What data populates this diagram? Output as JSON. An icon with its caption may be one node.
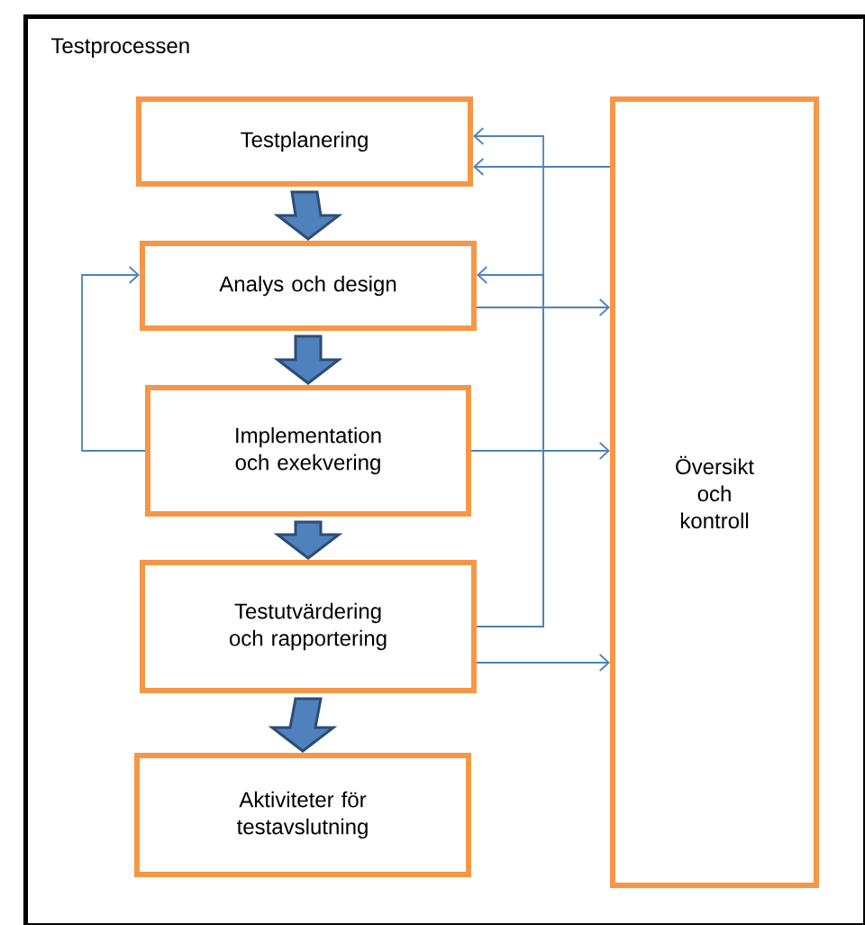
{
  "diagram": {
    "nodes": [
      {
        "text": [
          "Testprocessen"
        ]
      },
      {
        "text": [
          "Testplanering"
        ],
        "in": 0
      },
      {
        "text": [
          "Analys och design"
        ],
        "in": 0
      },
      {
        "text": [
          "Implementation och exekvering"
        ],
        "in": 0
      },
      {
        "text": [
          "Testutvärdering och rapportering"
        ],
        "in": 0
      },
      {
        "text": [
          "Aktiviteter för testavslutning"
        ],
        "in": 0
      },
      {
        "text": [
          "Översikt och kontroll"
        ],
        "in": 0
      }
    ],
    "edges": [
      {
        "from": 1,
        "to": 2,
        "arrow": "to",
        "style": "thick"
      },
      {
        "from": 2,
        "to": 3,
        "arrow": "to",
        "style": "thick"
      },
      {
        "from": 3,
        "to": 4,
        "arrow": "to",
        "style": "thick"
      },
      {
        "from": 4,
        "to": 5,
        "arrow": "to",
        "style": "thick"
      },
      {
        "from": 4,
        "to": 1,
        "arrow": "to"
      },
      {
        "from": 4,
        "to": 2,
        "arrow": "to"
      },
      {
        "from": 6,
        "to": 1,
        "arrow": "to"
      },
      {
        "from": 2,
        "to": 6,
        "arrow": "to"
      },
      {
        "from": 3,
        "to": 6,
        "arrow": "to"
      },
      {
        "from": 4,
        "to": 6,
        "arrow": "to"
      },
      {
        "from": 3,
        "to": 2,
        "arrow": "to"
      }
    ]
  }
}
